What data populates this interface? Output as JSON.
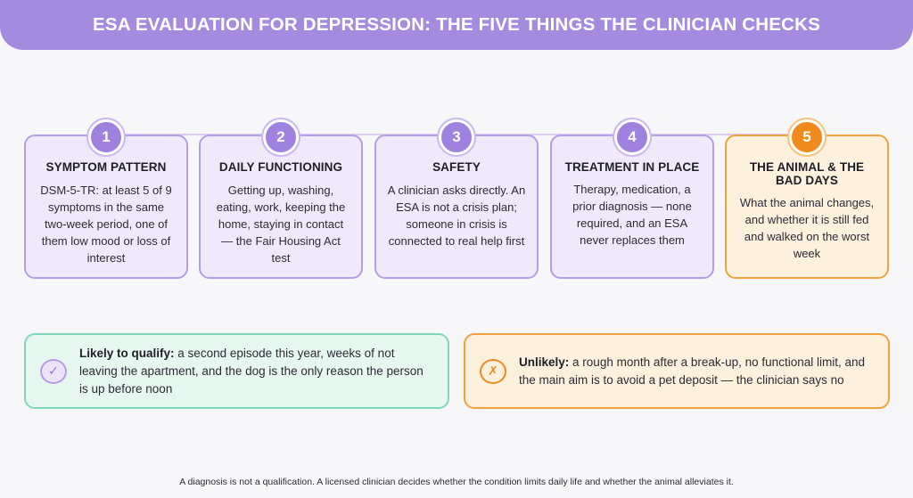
{
  "header": {
    "title": "ESA EVALUATION FOR DEPRESSION: THE FIVE THINGS THE CLINICIAN CHECKS"
  },
  "steps": [
    {
      "number": "1",
      "title": "SYMPTOM PATTERN",
      "text": "DSM-5-TR: at least 5 of 9 symptoms in the same two-week period, one of them low mood or loss of interest"
    },
    {
      "number": "2",
      "title": "DAILY FUNCTIONING",
      "text": "Getting up, washing, eating, work, keeping the home, staying in contact — the Fair Housing Act test"
    },
    {
      "number": "3",
      "title": "SAFETY",
      "text": "A clinician asks directly. An ESA is not a crisis plan; someone in crisis is connected to real help first"
    },
    {
      "number": "4",
      "title": "TREATMENT IN PLACE",
      "text": "Therapy, medication, a prior diagnosis — none required, and an ESA never replaces them"
    },
    {
      "number": "5",
      "title": "THE ANIMAL & THE BAD DAYS",
      "text": "What the animal changes, and whether it is still fed and walked on the worst week"
    }
  ],
  "verdicts": {
    "likely": {
      "icon": "check-icon",
      "icon_glyph": "✓",
      "label": "Likely to qualify:",
      "text": "a second episode this year, weeks of not leaving the apartment, and the dog is the only reason the person is up before noon"
    },
    "unlikely": {
      "icon": "cross-icon",
      "icon_glyph": "✗",
      "label": "Unlikely:",
      "text": "a rough month after a break-up, no functional limit, and the main aim is to avoid a pet deposit — the clinician says no"
    }
  },
  "footer": {
    "note": "A diagnosis is not a qualification. A licensed clinician decides whether the condition limits daily life and whether the animal alleviates it."
  },
  "colors": {
    "accent_purple": "#a58be0",
    "accent_orange": "#f08a1c",
    "accent_green": "#7fd7b9"
  }
}
